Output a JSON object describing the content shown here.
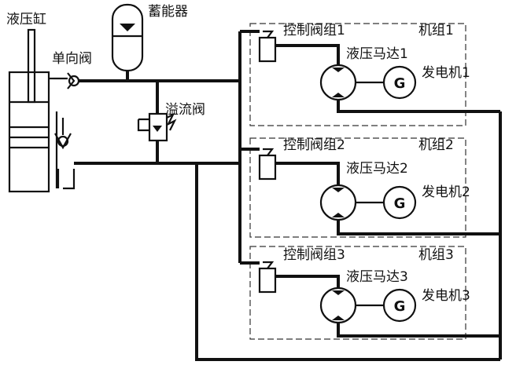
{
  "labels": {
    "cylinder": "液压缸",
    "accumulator": "蓄能器",
    "check_valve": "单向阀",
    "relief_valve": "溢流阀"
  },
  "units": [
    {
      "valve": "控制阀组1",
      "group": "机组1",
      "motor": "液压马达1",
      "generator": "发电机1"
    },
    {
      "valve": "控制阀组2",
      "group": "机组2",
      "motor": "液压马达2",
      "generator": "发电机2"
    },
    {
      "valve": "控制阀组3",
      "group": "机组3",
      "motor": "液压马达3",
      "generator": "发电机3"
    }
  ],
  "generator_letter": "G"
}
